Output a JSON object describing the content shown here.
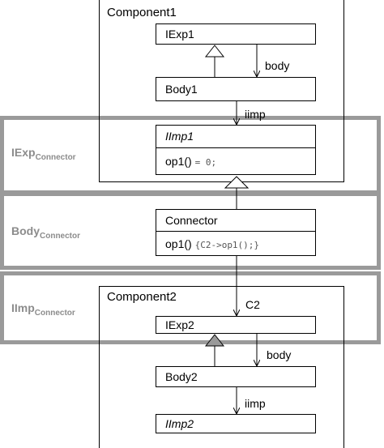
{
  "component1": {
    "title": "Component1",
    "iexp1": "IExp1",
    "body1": "Body1",
    "edge_body": "body",
    "edge_iimp": "iimp"
  },
  "iimp1": {
    "title": "IImp1",
    "op_name": "op1()",
    "op_code": "= 0;"
  },
  "connector": {
    "title": "Connector",
    "op_name": "op1()",
    "op_code": "{C2->op1();}"
  },
  "component2": {
    "title": "Component2",
    "edge_c2": "C2",
    "iexp2": "IExp2",
    "body2": "Body2",
    "iimp2": "IImp2",
    "edge_body": "body",
    "edge_iimp": "iimp"
  },
  "sidebands": {
    "iexp": {
      "main": "IExp",
      "sub": "Connector"
    },
    "body": {
      "main": "Body",
      "sub": "Connector"
    },
    "iimp": {
      "main": "IImp",
      "sub": "Connector"
    }
  }
}
